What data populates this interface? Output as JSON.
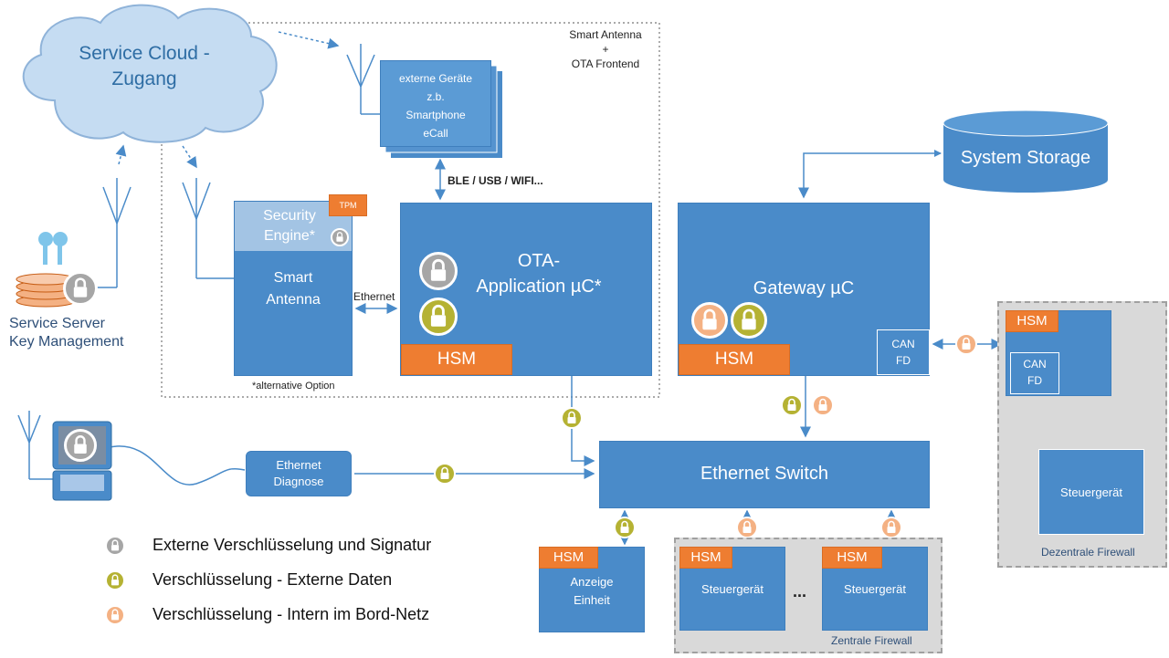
{
  "cloud": {
    "line1": "Service Cloud -",
    "line2": "Zugang"
  },
  "server": {
    "line1": "Service Server",
    "line2": "Key Management"
  },
  "frontend_label": {
    "line1": "Smart Antenna",
    "line2": "+",
    "line3": "OTA Frontend"
  },
  "devices": {
    "line1": "externe Geräte",
    "line2": "z.b.",
    "line3": "Smartphone",
    "line4": "eCall"
  },
  "ble_label": "BLE / USB / WIFI...",
  "security_engine": {
    "line1": "Security",
    "line2": "Engine*",
    "tpm": "TPM"
  },
  "smart_antenna": {
    "line1": "Smart",
    "line2": "Antenna"
  },
  "ethernet_label": "Ethernet",
  "alt_option": "*alternative Option",
  "ota": {
    "line1": "OTA-",
    "line2": "Application µC*",
    "hsm": "HSM"
  },
  "storage": "System Storage",
  "gateway": {
    "title": "Gateway µC",
    "hsm": "HSM",
    "can1": "CAN",
    "can2": "FD"
  },
  "dezentral": {
    "hsm": "HSM",
    "can1": "CAN",
    "can2": "FD",
    "ecu": "Steuergerät",
    "label": "Dezentrale Firewall"
  },
  "diagnose": {
    "line1": "Ethernet",
    "line2": "Diagnose"
  },
  "switch": "Ethernet Switch",
  "anzeige": {
    "hsm": "HSM",
    "line1": "Anzeige",
    "line2": "Einheit"
  },
  "zentral": {
    "hsm1": "HSM",
    "ecu1": "Steuergerät",
    "dots": "...",
    "hsm2": "HSM",
    "ecu2": "Steuergerät",
    "label": "Zentrale Firewall"
  },
  "legend": [
    {
      "label": "Externe Verschlüsselung und Signatur",
      "color": "#a6a6a6"
    },
    {
      "label": "Verschlüsselung - Externe Daten",
      "color": "#b5b233"
    },
    {
      "label": "Verschlüsselung - Intern im Bord-Netz",
      "color": "#f4b183"
    }
  ]
}
